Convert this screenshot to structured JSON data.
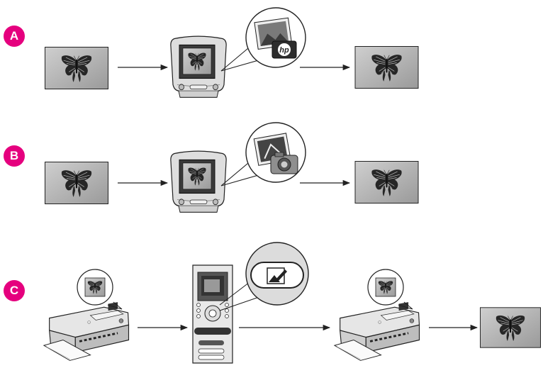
{
  "rows": [
    {
      "id": "row-a",
      "label": "A",
      "app_icon": "hp-photo-software-icon",
      "app_icon_text": "hp"
    },
    {
      "id": "row-b",
      "label": "B",
      "app_icon": "iphoto-camera-icon"
    },
    {
      "id": "row-c",
      "label": "C",
      "app_icon": "edit-photo-icon"
    }
  ],
  "colors": {
    "badge": "#e5007e",
    "stroke": "#222222",
    "photo_bg": "#b9b9b9"
  }
}
